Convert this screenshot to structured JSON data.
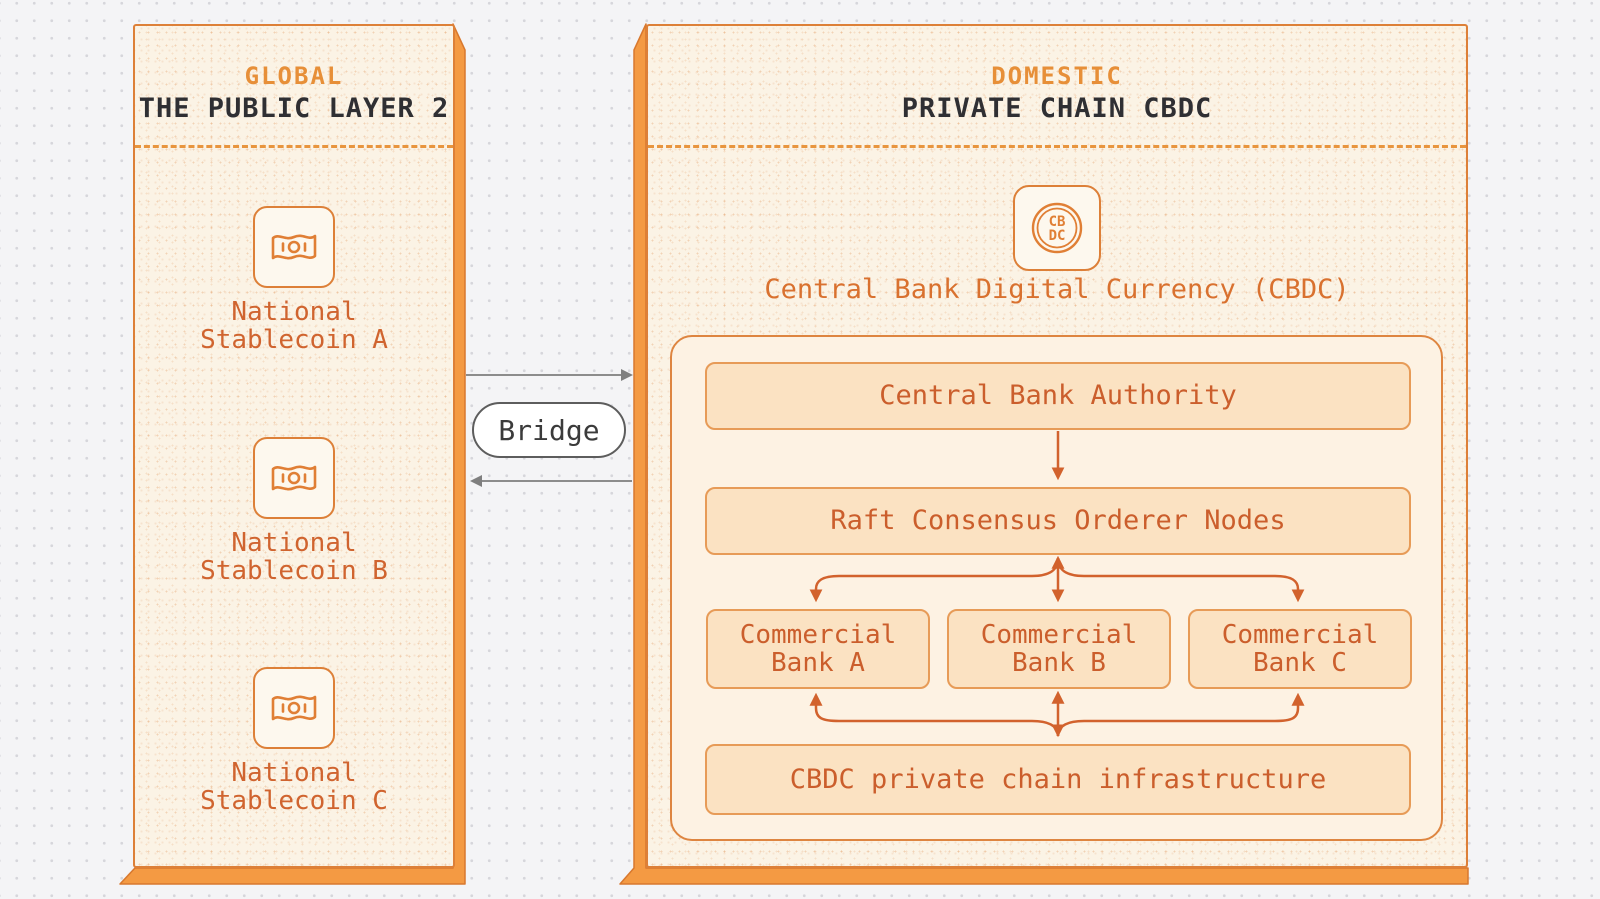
{
  "left_panel": {
    "eyebrow": "GLOBAL",
    "title": "THE PUBLIC LAYER 2",
    "items": [
      {
        "line1": "National",
        "line2": "Stablecoin A"
      },
      {
        "line1": "National",
        "line2": "Stablecoin B"
      },
      {
        "line1": "National",
        "line2": "Stablecoin C"
      }
    ]
  },
  "bridge": {
    "label": "Bridge"
  },
  "right_panel": {
    "eyebrow": "DOMESTIC",
    "title": "PRIVATE CHAIN CBDC",
    "cbdc_icon": {
      "line1": "CB",
      "line2": "DC"
    },
    "cbdc_label": "Central Bank Digital Currency (CBDC)",
    "authority": "Central Bank Authority",
    "orderer": "Raft Consensus Orderer Nodes",
    "banks": [
      {
        "line1": "Commercial",
        "line2": "Bank A"
      },
      {
        "line1": "Commercial",
        "line2": "Bank B"
      },
      {
        "line1": "Commercial",
        "line2": "Bank C"
      }
    ],
    "infrastructure": "CBDC private chain infrastructure"
  },
  "colors": {
    "accent_orange": "#e07f35",
    "panel_border": "#dd8038",
    "chrome_orange": "#f49a43",
    "panel_cream": "#fbf3e5",
    "node_fill": "#fbe2c2",
    "node_text": "#cb5e2c",
    "title_dark": "#2f2f33",
    "bridge_gray": "#5d5d5d"
  }
}
